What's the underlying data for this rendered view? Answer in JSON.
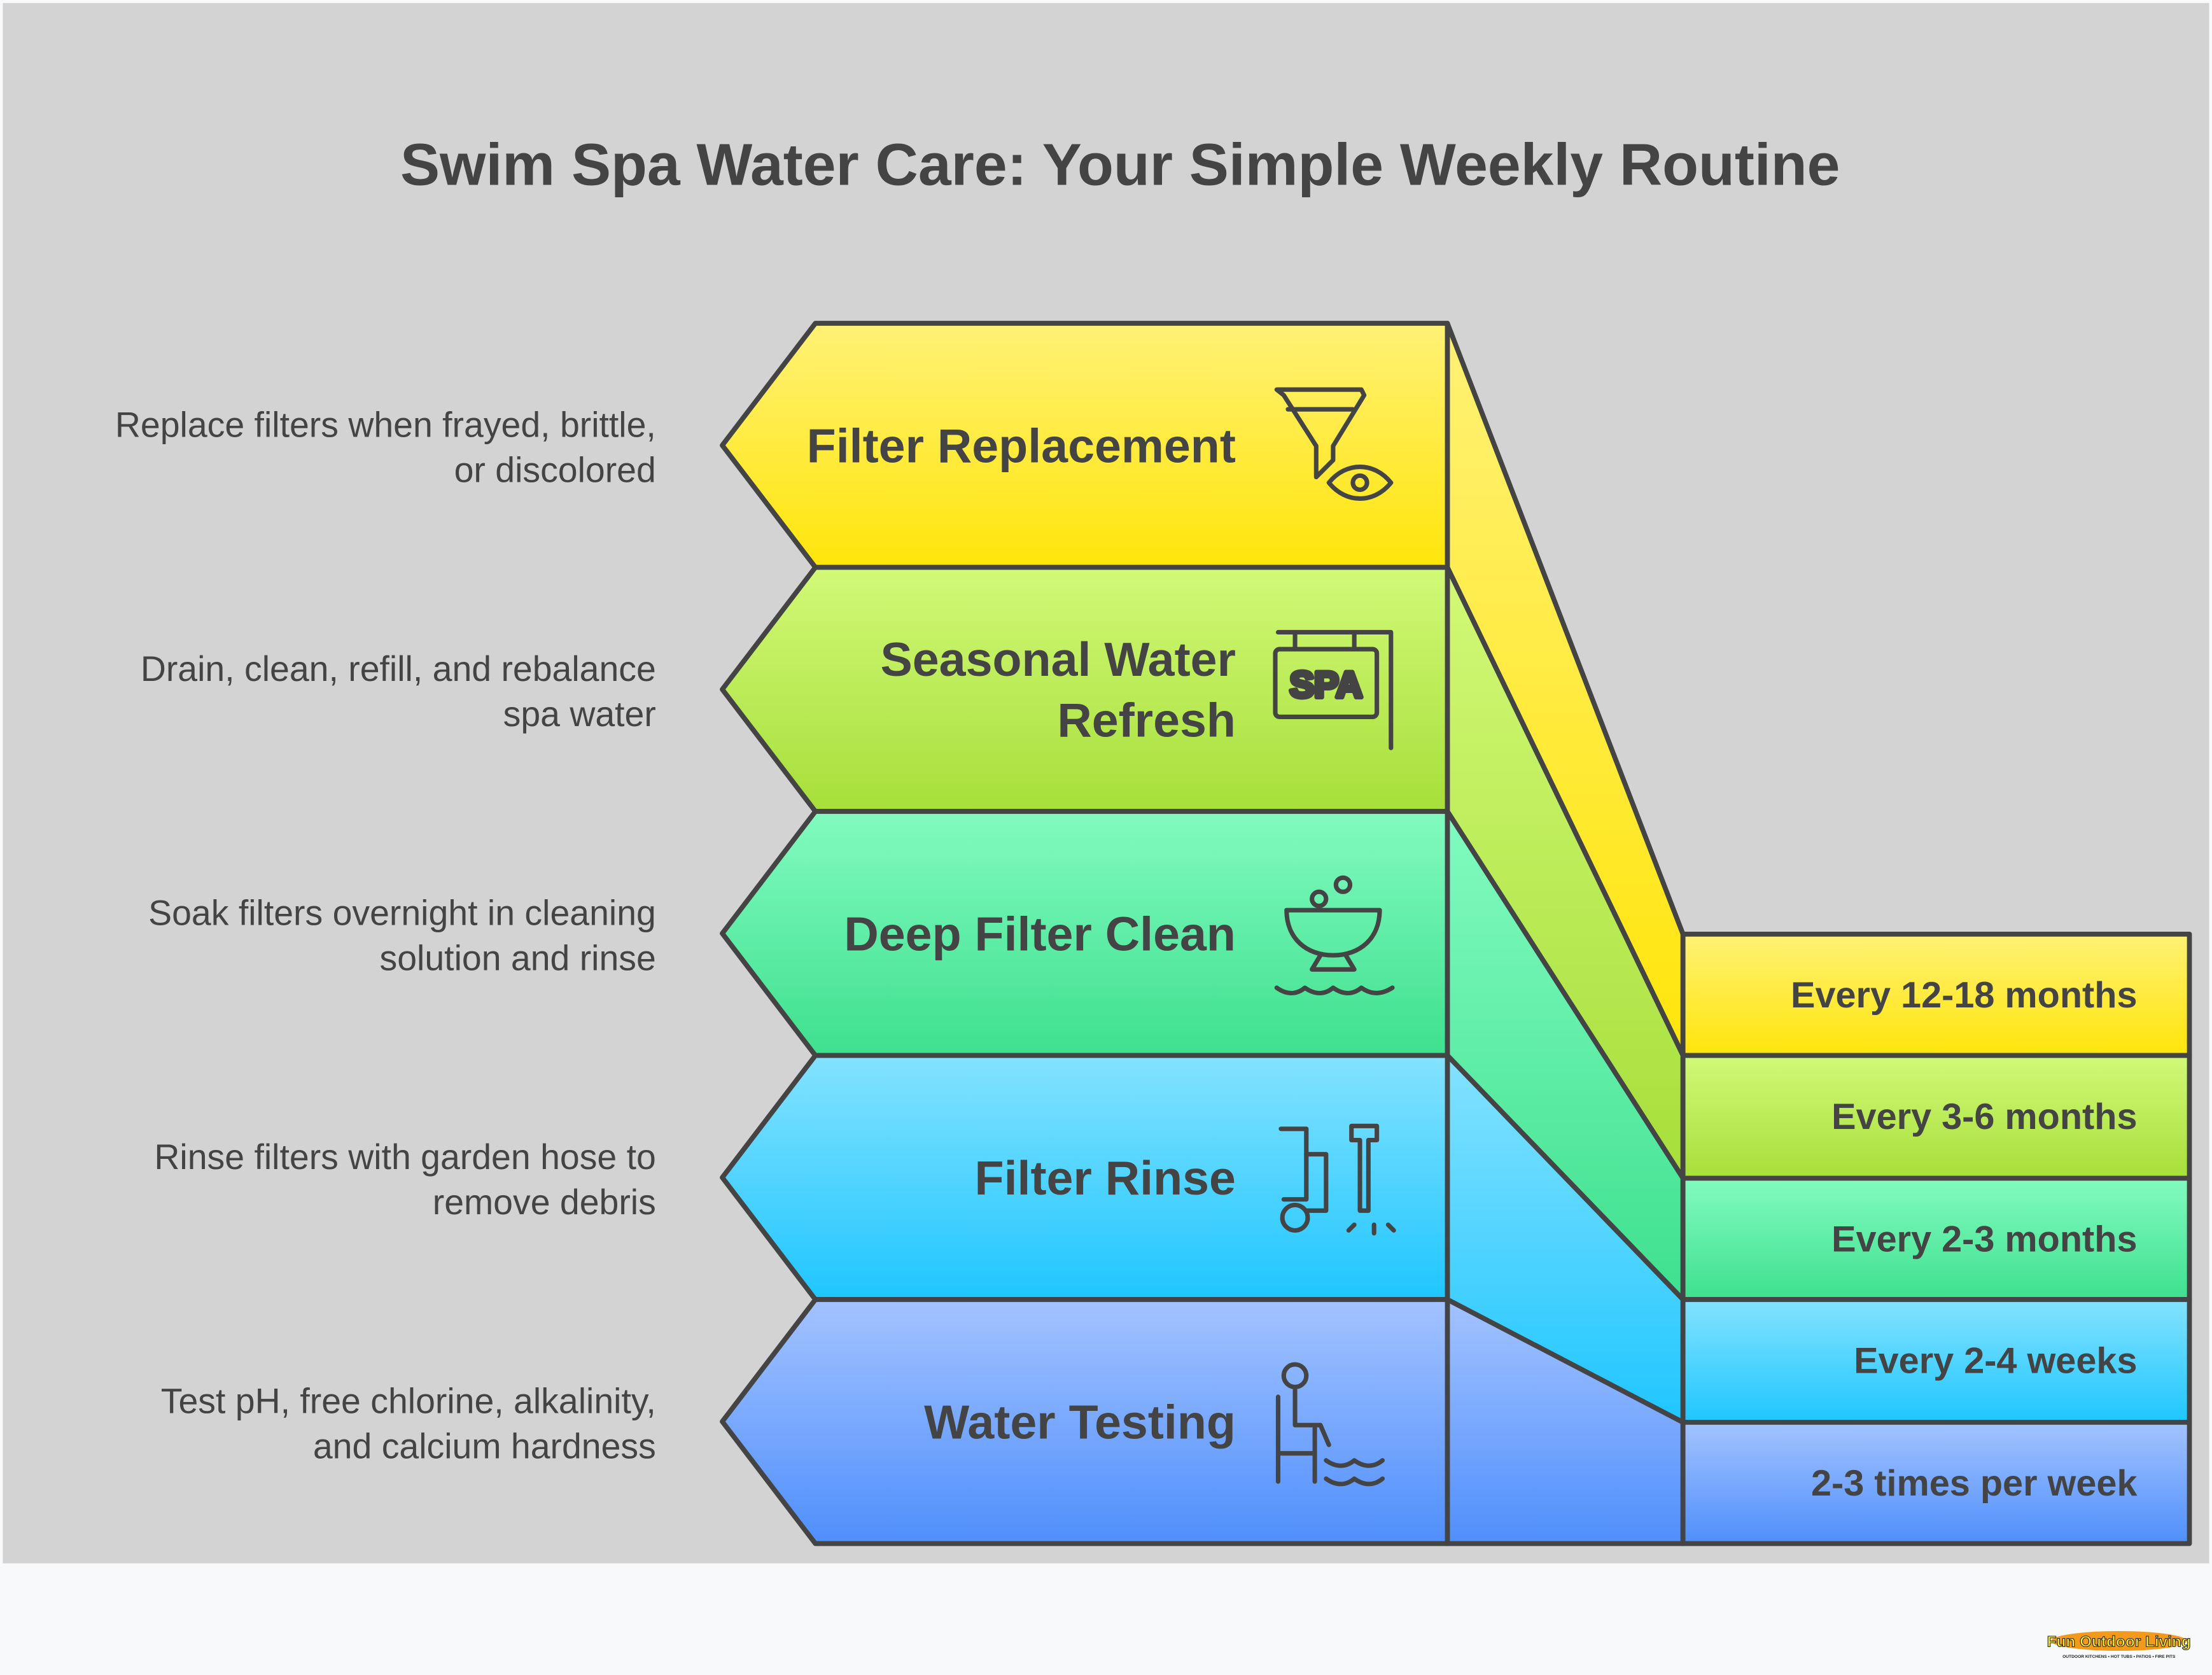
{
  "title": "Swim Spa Water Care: Your Simple Weekly Routine",
  "steps": [
    {
      "label_lines": [
        "Filter Replacement"
      ],
      "description_lines": [
        "Replace filters when frayed, brittle,",
        "or discolored"
      ],
      "frequency": "Every 12-18 months",
      "icon": "filter-funnel-eye-icon",
      "color_top": "#fff176",
      "color_bottom": "#ffe50a"
    },
    {
      "label_lines": [
        "Seasonal Water",
        "Refresh"
      ],
      "description_lines": [
        "Drain, clean, refill, and rebalance",
        "spa water"
      ],
      "frequency": "Every 3-6 months",
      "icon": "spa-sign-icon",
      "icon_text": "SPA",
      "color_top": "#d2f977",
      "color_bottom": "#a6df3a"
    },
    {
      "label_lines": [
        "Deep Filter Clean"
      ],
      "description_lines": [
        "Soak filters overnight in cleaning",
        "solution and rinse"
      ],
      "frequency": "Every 2-3 months",
      "icon": "soaking-bowl-icon",
      "color_top": "#82fbc0",
      "color_bottom": "#3ee08e"
    },
    {
      "label_lines": [
        "Filter Rinse"
      ],
      "description_lines": [
        "Rinse filters with garden hose to",
        "remove debris"
      ],
      "frequency": "Every 2-4 weeks",
      "icon": "pressure-washer-icon",
      "color_top": "#84e2ff",
      "color_bottom": "#1fc6ff"
    },
    {
      "label_lines": [
        "Water Testing"
      ],
      "description_lines": [
        "Test pH, free chlorine, alkalinity,",
        "and calcium hardness"
      ],
      "frequency": "2-3 times per week",
      "icon": "lifeguard-chair-water-icon",
      "color_top": "#a3c3ff",
      "color_bottom": "#4f8ffc"
    }
  ],
  "logo": {
    "name": "Fun Outdoor Living",
    "tagline": "OUTDOOR KITCHENS • HOT TUBS • PATIOS • FIRE PITS"
  },
  "colors": {
    "background": "#d3d3d3",
    "footer": "#f8f9fa",
    "outline": "#444444"
  }
}
